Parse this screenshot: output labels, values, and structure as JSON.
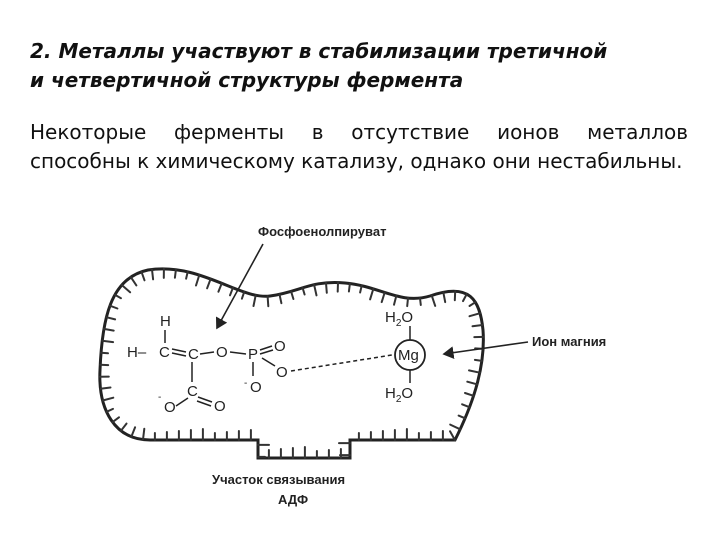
{
  "slide": {
    "title_line1": "2. Металлы участвуют в стабилизации третичной",
    "title_line2": "и четвертичной структуры фермента",
    "body": "Некоторые ферменты в отсутствие ионов металлов способны к химическому катализу, однако они нестабильны."
  },
  "diagram": {
    "label_pep": "Фосфоенолпируват",
    "label_mg_ion": "Ион магния",
    "label_site_line1": "Участок связывания",
    "label_site_line2": "АДФ",
    "atoms": {
      "H_top": "H",
      "H_left": "H–",
      "C1": "C",
      "C2": "C",
      "C3": "C",
      "O_bridge": "O",
      "P": "P",
      "O_p_top": "O",
      "O_p_right": "O",
      "O_p_bottom": "O",
      "O_bottom_left": "O",
      "O_bottom_right": "O",
      "Mg": "Mg",
      "water_top": "H",
      "water_top_sub": "2",
      "water_top_O": "O",
      "water_bottom": "H",
      "water_bottom_sub": "2",
      "water_bottom_O": "O",
      "charge_minus": "-"
    }
  }
}
